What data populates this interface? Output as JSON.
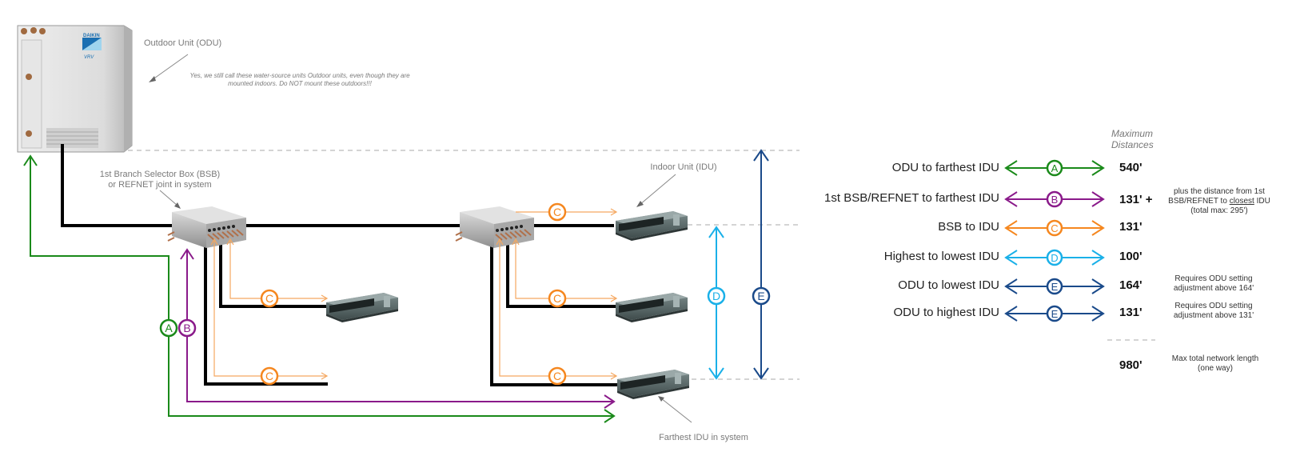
{
  "colors": {
    "A": "#1a8a1a",
    "B": "#8a1a8a",
    "C": "#f5871f",
    "D": "#1ab0e8",
    "E": "#1a4a8a",
    "pipe": "#000000",
    "guide": "#bbbbbb"
  },
  "diagram": {
    "odu_label": "Outdoor Unit (ODU)",
    "odu_note": "Yes, we still call these water-source units Outdoor units, even though they are mounted indoors. Do NOT mount these outdoors!!!",
    "bsb_label_line1": "1st Branch Selector Box (BSB)",
    "bsb_label_line2": "or REFNET joint in system",
    "idu_label": "Indoor Unit (IDU)",
    "farthest_label": "Farthest IDU in system",
    "odu_brand": "DAIKIN",
    "odu_model": "VRV",
    "markers": {
      "A": "A",
      "B": "B",
      "C": "C",
      "D": "D",
      "E": "E"
    }
  },
  "legend": {
    "header_line1": "Maximum",
    "header_line2": "Distances",
    "rows": [
      {
        "label": "ODU to farthest IDU",
        "marker": "A",
        "value": "540'",
        "note": ""
      },
      {
        "label": "1st BSB/REFNET to farthest IDU",
        "marker": "B",
        "value": "131' +",
        "note_line1": "plus the distance from 1st",
        "note_line2_pre": "BSB/REFNET to ",
        "note_line2_u": "closest",
        "note_line2_post": " IDU",
        "note_line3": "(total max: 295')"
      },
      {
        "label": "BSB to IDU",
        "marker": "C",
        "value": "131'",
        "note": ""
      },
      {
        "label": "Highest to lowest IDU",
        "marker": "D",
        "value": "100'",
        "note": ""
      },
      {
        "label": "ODU to lowest IDU",
        "marker": "E",
        "value": "164'",
        "note_line1": "Requires ODU setting",
        "note_line2": "adjustment above 164'"
      },
      {
        "label": "ODU to highest IDU",
        "marker": "E",
        "value": "131'",
        "note_line1": "Requires ODU setting",
        "note_line2": "adjustment above 131'"
      }
    ],
    "total": {
      "value": "980'",
      "note_line1": "Max total network length",
      "note_line2": "(one way)"
    }
  }
}
